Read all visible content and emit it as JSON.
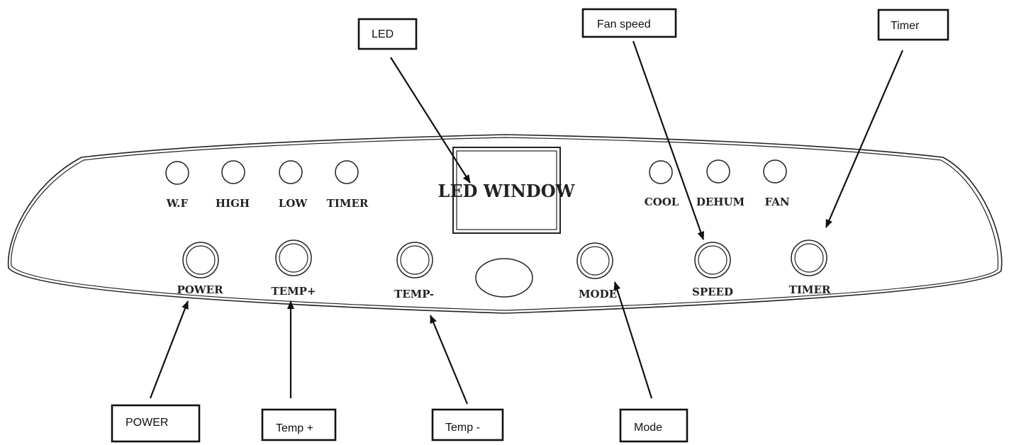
{
  "callouts": {
    "led": "LED",
    "fan_speed": "Fan speed",
    "timer": "Timer",
    "power": "POWER",
    "temp_plus": "Temp +",
    "temp_minus": "Temp -",
    "mode": "Mode"
  },
  "display": {
    "window_label": "LED WINDOW"
  },
  "indicators": {
    "wf": "W.F",
    "high": "HIGH",
    "low": "LOW",
    "timer": "TIMER",
    "cool": "COOL",
    "dehum": "DEHUM",
    "fan": "FAN"
  },
  "buttons": {
    "power": "POWER",
    "temp_plus": "TEMP+",
    "temp_minus": "TEMP-",
    "mode": "MODE",
    "speed": "SPEED",
    "timer": "TIMER"
  },
  "colors": {
    "ink": "#222222",
    "background": "#ffffff"
  }
}
